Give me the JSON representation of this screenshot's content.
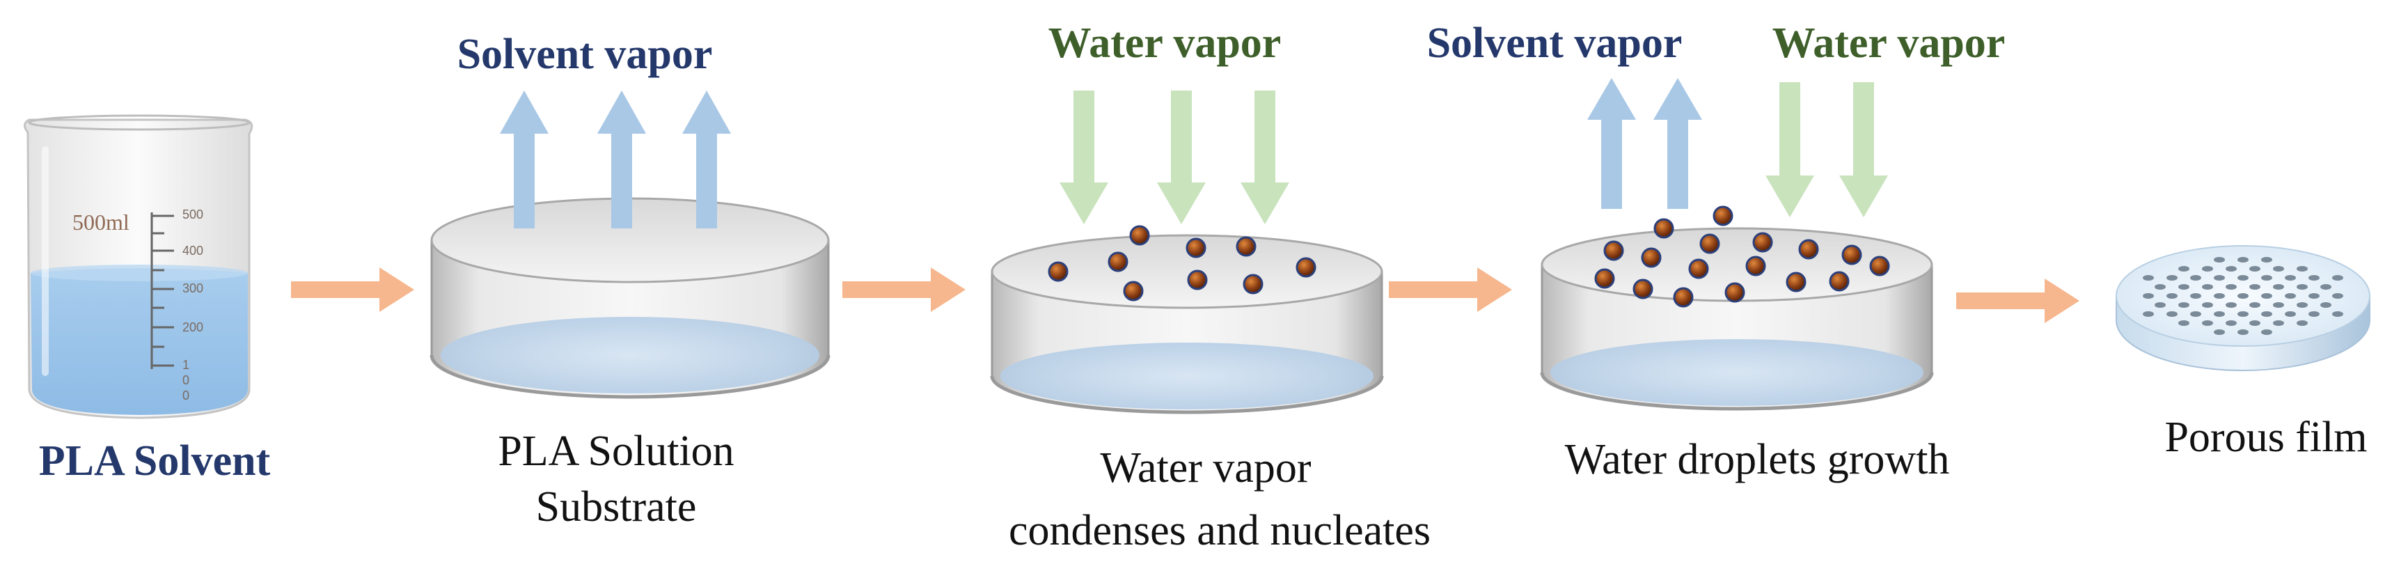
{
  "beaker": {
    "volume_label": "500ml",
    "scale_ticks": [
      "500",
      "400",
      "300",
      "200",
      "1",
      "0",
      "0"
    ]
  },
  "stages": [
    {
      "caption_lines": [
        "PLA Solvent"
      ],
      "bold": true
    },
    {
      "caption_lines": [
        "PLA Solution",
        "Substrate"
      ],
      "bold": false
    },
    {
      "caption_lines": [
        "Water vapor",
        "condenses and nucleates"
      ],
      "bold": false
    },
    {
      "caption_lines": [
        "Water droplets growth"
      ],
      "bold": false
    },
    {
      "caption_lines": [
        "Porous film"
      ],
      "bold": false
    }
  ],
  "vapor_labels": {
    "solvent": "Solvent vapor",
    "water": "Water vapor"
  },
  "colors": {
    "solvent_label": "#24386b",
    "water_label": "#3e5f2a",
    "solvent_arrow": "#a9c8e6",
    "water_arrow": "#c9e3bd",
    "process_arrow": "#f6b78e",
    "droplet": "#8a3d12",
    "liquid": "#9cc3e6"
  }
}
